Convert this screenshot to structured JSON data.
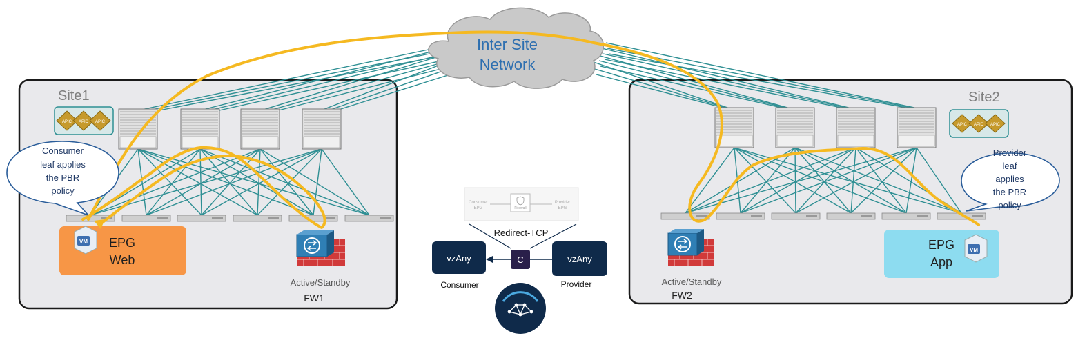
{
  "cloud": {
    "line1": "Inter Site",
    "line2": "Network"
  },
  "site1": {
    "title": "Site1",
    "callout": [
      "Consumer",
      "leaf applies",
      "the PBR",
      "policy"
    ],
    "epg": {
      "line1": "EPG",
      "line2": "Web",
      "color": "#f79646"
    },
    "firewall": {
      "mode": "Active/Standby",
      "name": "FW1"
    }
  },
  "site2": {
    "title": "Site2",
    "callout": [
      "Provider",
      "leaf",
      "applies",
      "the PBR",
      "policy"
    ],
    "epg": {
      "line1": "EPG",
      "line2": "App",
      "color": "#8ddcf0"
    },
    "firewall": {
      "mode": "Active/Standby",
      "name": "FW2"
    }
  },
  "contract": {
    "graph_consumer": [
      "Consumer",
      "EPG"
    ],
    "graph_provider": [
      "Provider",
      "EPG"
    ],
    "graph_node": "Firewall",
    "redirect": "Redirect-TCP",
    "consumer_box": "vzAny",
    "provider_box": "vzAny",
    "contract_letter": "C",
    "consumer_label": "Consumer",
    "provider_label": "Provider"
  },
  "icons": {
    "vm_label": "VM",
    "apic_label": "APIC"
  },
  "colors": {
    "traffic": "#f5b921",
    "fabric": "#2e8f93",
    "navy": "#0f2a4a"
  }
}
